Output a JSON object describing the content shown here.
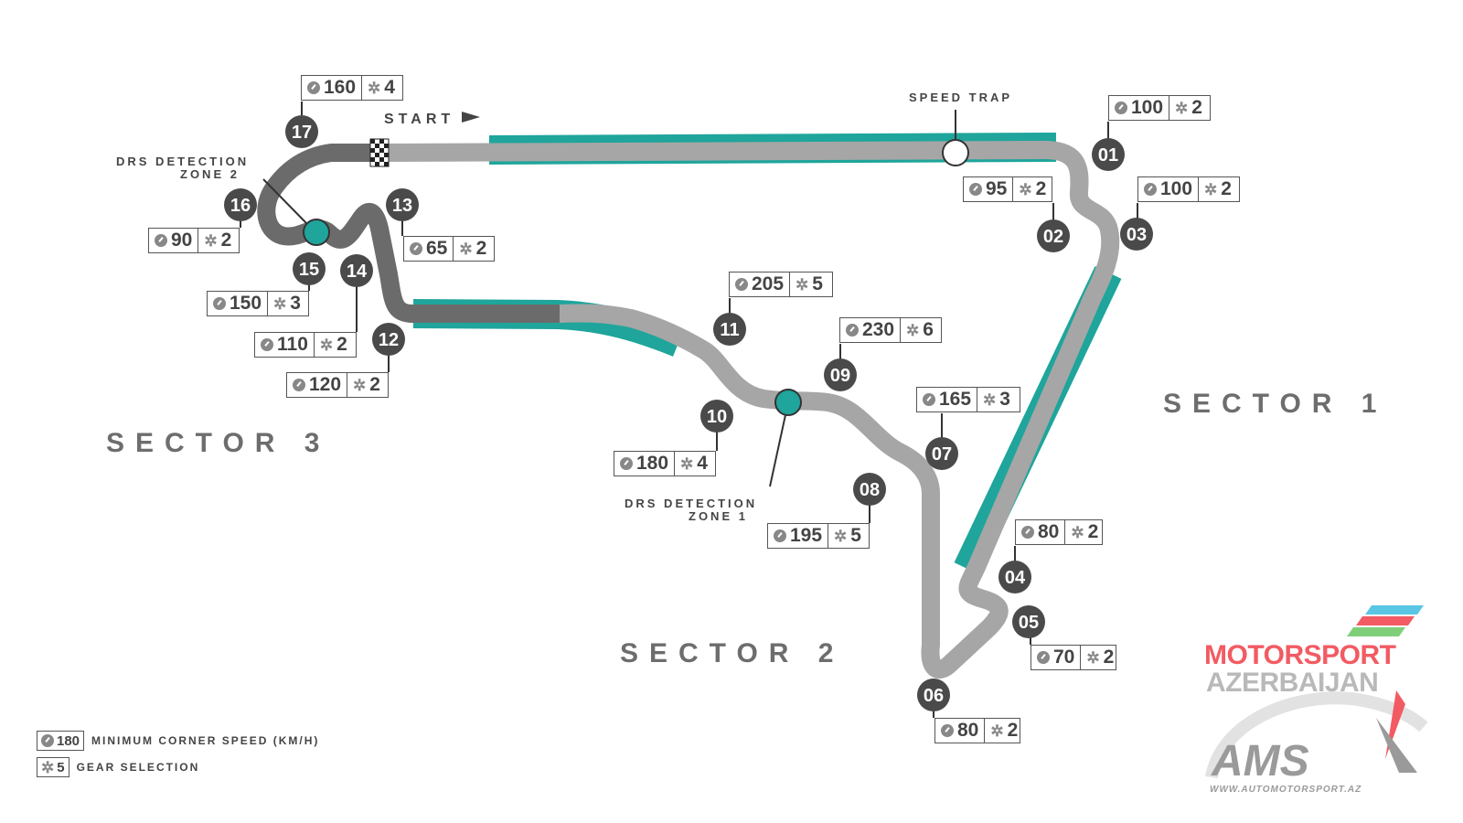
{
  "start_label": "START",
  "speed_trap_label": "SPEED TRAP",
  "drs_zone_1": [
    "DRS DETECTION",
    "ZONE 1"
  ],
  "drs_zone_2": [
    "DRS DETECTION",
    "ZONE 2"
  ],
  "sectors": [
    {
      "id": "sector-1",
      "label": "SECTOR 1"
    },
    {
      "id": "sector-2",
      "label": "SECTOR 2"
    },
    {
      "id": "sector-3",
      "label": "SECTOR 3"
    }
  ],
  "corners": [
    {
      "number": "01",
      "speed": "100",
      "gear": "2"
    },
    {
      "number": "02",
      "speed": "95",
      "gear": "2"
    },
    {
      "number": "03",
      "speed": "100",
      "gear": "2"
    },
    {
      "number": "04",
      "speed": "80",
      "gear": "2"
    },
    {
      "number": "05",
      "speed": "70",
      "gear": "2"
    },
    {
      "number": "06",
      "speed": "80",
      "gear": "2"
    },
    {
      "number": "07",
      "speed": "165",
      "gear": "3"
    },
    {
      "number": "08",
      "speed": "195",
      "gear": "5"
    },
    {
      "number": "09",
      "speed": "230",
      "gear": "6"
    },
    {
      "number": "10",
      "speed": "180",
      "gear": "4"
    },
    {
      "number": "11",
      "speed": "205",
      "gear": "5"
    },
    {
      "number": "12",
      "speed": "120",
      "gear": "2"
    },
    {
      "number": "13",
      "speed": "65",
      "gear": "2"
    },
    {
      "number": "14",
      "speed": "110",
      "gear": "2"
    },
    {
      "number": "15",
      "speed": "150",
      "gear": "3"
    },
    {
      "number": "16",
      "speed": "90",
      "gear": "2"
    },
    {
      "number": "17",
      "speed": "160",
      "gear": "4"
    }
  ],
  "legend": {
    "speed_example": "180",
    "speed_text": "MINIMUM CORNER SPEED (KM/H)",
    "gear_example": "5",
    "gear_text": "GEAR SELECTION"
  },
  "logo": {
    "line1": "MOTORSPORT",
    "line2": "AZERBAIJAN",
    "mark": "AMS",
    "url": "WWW.AUTOMOTORSPORT.AZ"
  },
  "colors": {
    "track_light": "#a6a6a6",
    "track_dark": "#6b6b6b",
    "drs_teal": "#1fa59b",
    "marker_dark": "#4a4a4a",
    "logo_red": "#f25b63",
    "logo_grey": "#b9b9b9"
  }
}
